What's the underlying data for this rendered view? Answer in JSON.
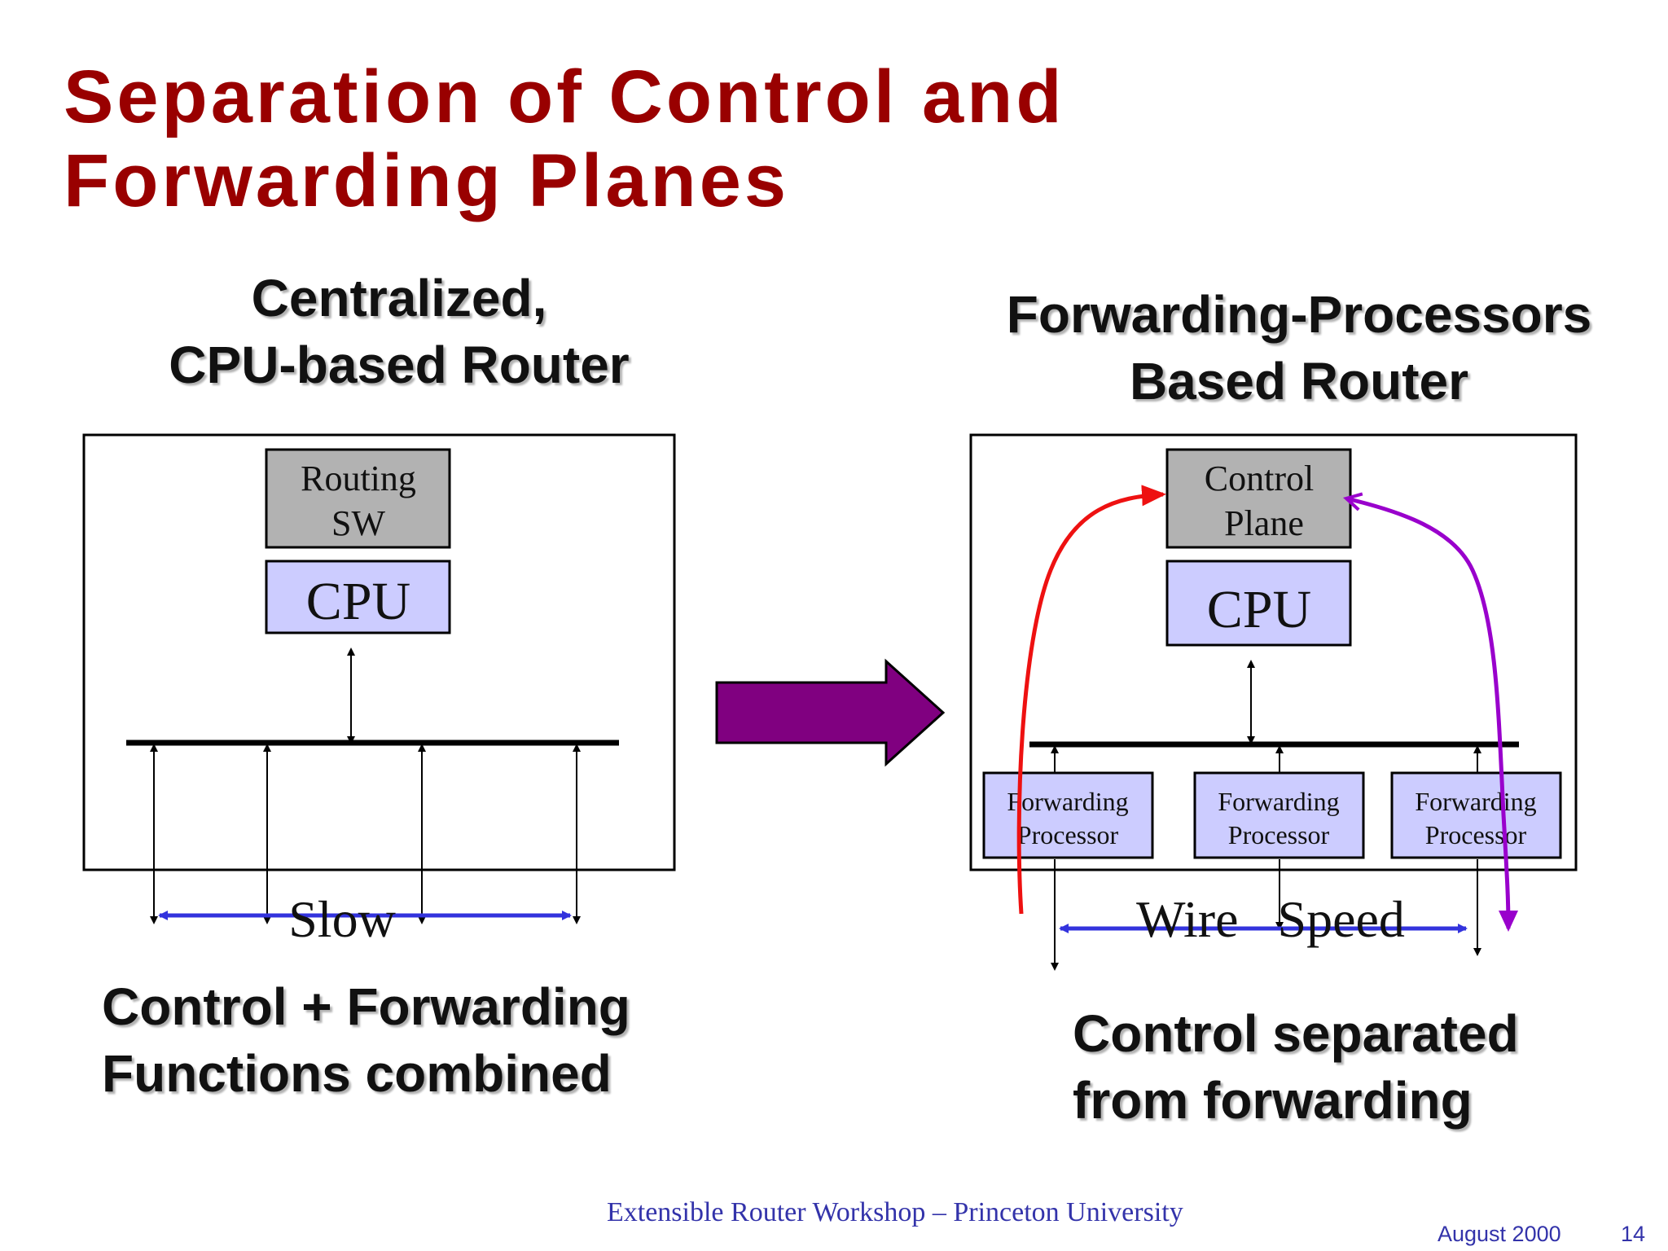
{
  "title": {
    "line1": "Separation of Control and",
    "line2": "Forwarding Planes"
  },
  "left": {
    "heading_line1": "Centralized,",
    "heading_line2": "CPU-based Router",
    "routing_sw_line1": "Routing",
    "routing_sw_line2": "SW",
    "cpu_label": "CPU",
    "speed_label": "Slow",
    "caption_line1": "Control + Forwarding",
    "caption_line2": "Functions combined"
  },
  "right": {
    "heading_line1": "Forwarding-Processors",
    "heading_line2": "Based Router",
    "control_plane_line1": "Control",
    "control_plane_line2": "Plane",
    "cpu_label": "CPU",
    "forwarding_processors": [
      {
        "line1": "Forwarding",
        "line2": "Processor"
      },
      {
        "line1": "Forwarding",
        "line2": "Processor"
      },
      {
        "line1": "Forwarding",
        "line2": "Processor"
      }
    ],
    "speed_label": "Wire   Speed",
    "caption_line1": "Control separated",
    "caption_line2": "from forwarding"
  },
  "footer": {
    "center": "Extensible Router Workshop – Princeton University",
    "date": "August  2000",
    "page": "14"
  },
  "colors": {
    "title": "#990000",
    "box_gray": "#b2b2b2",
    "box_lavender": "#ccccff",
    "speed_arrow": "#3333dd",
    "transition_arrow": "#800080",
    "red_path": "#ee1111",
    "purple_path": "#9900cc",
    "footer": "#3333aa"
  }
}
